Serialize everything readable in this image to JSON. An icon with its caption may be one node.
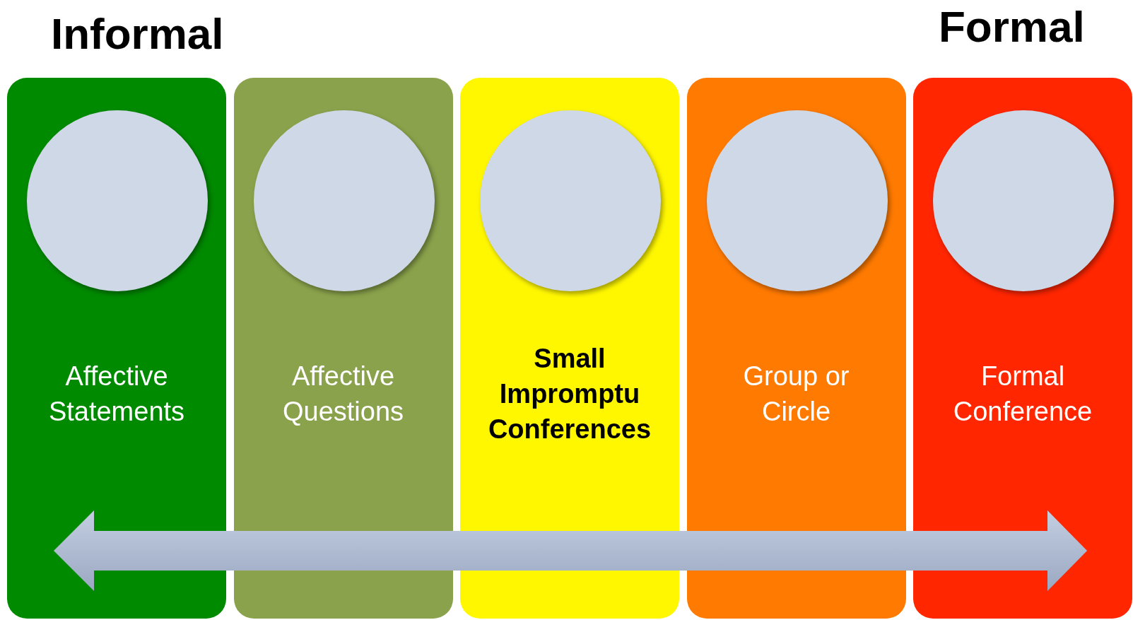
{
  "diagram": {
    "nodes": [
      {
        "text": [
          "Affective Statements"
        ]
      },
      {
        "text": [],
        "shape": "circle",
        "in": 0
      },
      {
        "text": [
          "Affective Questions"
        ]
      },
      {
        "text": [],
        "shape": "circle",
        "in": 2
      },
      {
        "text": [
          "Small Impromptu Conferences"
        ]
      },
      {
        "text": [],
        "shape": "circle",
        "in": 4
      },
      {
        "text": [
          "Group or Circle"
        ]
      },
      {
        "text": [],
        "shape": "circle",
        "in": 6
      },
      {
        "text": [
          "Formal Conference"
        ]
      },
      {
        "text": [],
        "shape": "circle",
        "in": 8
      }
    ],
    "labels": [
      "Informal",
      "Formal"
    ]
  }
}
